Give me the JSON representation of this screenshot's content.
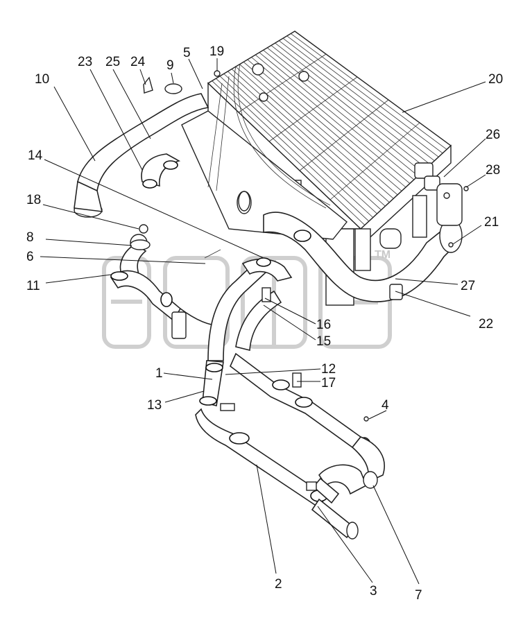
{
  "callouts": [
    {
      "id": "c1",
      "label": "1"
    },
    {
      "id": "c2",
      "label": "2"
    },
    {
      "id": "c3",
      "label": "3"
    },
    {
      "id": "c4",
      "label": "4"
    },
    {
      "id": "c5",
      "label": "5"
    },
    {
      "id": "c6",
      "label": "6"
    },
    {
      "id": "c7",
      "label": "7"
    },
    {
      "id": "c8",
      "label": "8"
    },
    {
      "id": "c9",
      "label": "9"
    },
    {
      "id": "c10",
      "label": "10"
    },
    {
      "id": "c11",
      "label": "11"
    },
    {
      "id": "c12",
      "label": "12"
    },
    {
      "id": "c13",
      "label": "13"
    },
    {
      "id": "c14",
      "label": "14"
    },
    {
      "id": "c15",
      "label": "15"
    },
    {
      "id": "c16",
      "label": "16"
    },
    {
      "id": "c17",
      "label": "17"
    },
    {
      "id": "c18",
      "label": "18"
    },
    {
      "id": "c19",
      "label": "19"
    },
    {
      "id": "c20",
      "label": "20"
    },
    {
      "id": "c21",
      "label": "21"
    },
    {
      "id": "c22",
      "label": "22"
    },
    {
      "id": "c23",
      "label": "23"
    },
    {
      "id": "c24",
      "label": "24"
    },
    {
      "id": "c25",
      "label": "25"
    },
    {
      "id": "c26",
      "label": "26"
    },
    {
      "id": "c27",
      "label": "27"
    },
    {
      "id": "c28",
      "label": "28"
    }
  ],
  "watermark": {
    "trademark": "TM"
  }
}
